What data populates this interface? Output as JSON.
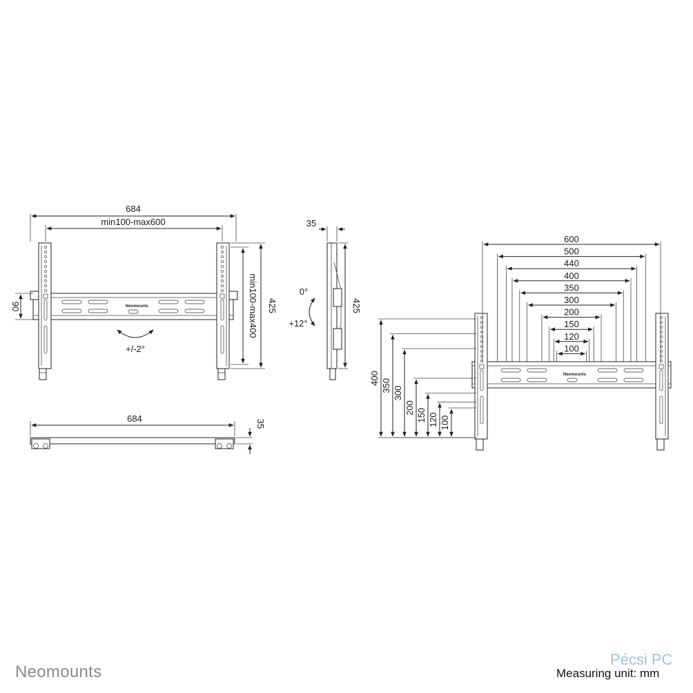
{
  "brand": "Neomounts",
  "footer": {
    "measuring_unit": "Measuring unit: mm",
    "watermark": "Pécsi PC"
  },
  "plate_logo": "Neomounts",
  "front_view": {
    "overall_width": "684",
    "rail_spacing": "min100-max600",
    "rail_height": "425",
    "vertical_spacing": "min100-max400",
    "bar_height": "90",
    "lateral_adjust": "+/-2°"
  },
  "side_view": {
    "depth": "35",
    "height": "425",
    "tilt_min": "0°",
    "tilt_max": "+12°"
  },
  "top_view": {
    "width": "684",
    "depth": "35"
  },
  "vesa_view": {
    "horizontal": [
      "600",
      "500",
      "440",
      "400",
      "350",
      "300",
      "200",
      "150",
      "120",
      "100"
    ],
    "vertical": [
      "400",
      "350",
      "300",
      "200",
      "150",
      "120",
      "100"
    ]
  }
}
